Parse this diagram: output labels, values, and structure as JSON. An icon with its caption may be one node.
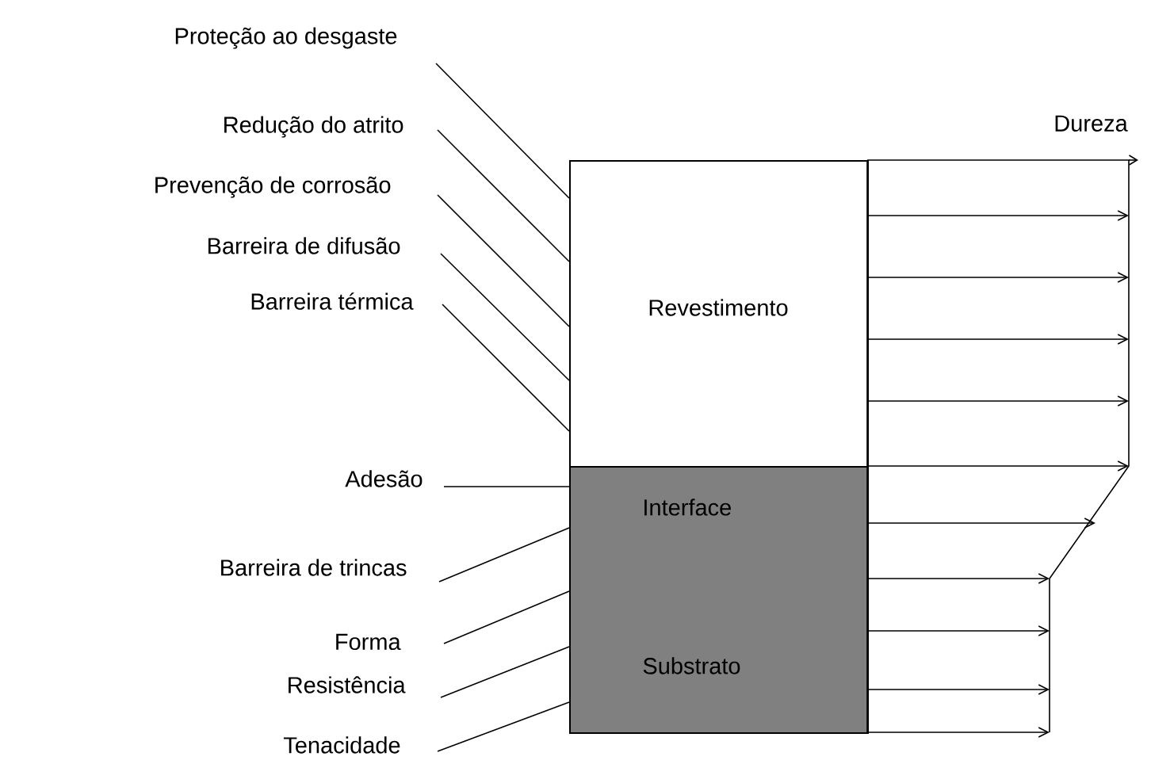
{
  "diagram": {
    "nodes": [
      {
        "text": [
          "Revestimento"
        ]
      },
      {
        "text": [
          "Interface",
          "Substrato"
        ]
      },
      {
        "text": [
          "Proteção ao desgaste"
        ]
      },
      {
        "text": [
          "Redução do atrito"
        ]
      },
      {
        "text": [
          "Prevenção de corrosão"
        ]
      },
      {
        "text": [
          "Barreira de difusão"
        ]
      },
      {
        "text": [
          "Barreira térmica"
        ]
      },
      {
        "text": [
          "Adesão"
        ]
      },
      {
        "text": [
          "Barreira de trincas"
        ]
      },
      {
        "text": [
          "Forma"
        ]
      },
      {
        "text": [
          "Resistência"
        ]
      },
      {
        "text": [
          "Tenacidade"
        ]
      }
    ],
    "edges": [
      {
        "from": 2,
        "to": 0,
        "arrow": "none"
      },
      {
        "from": 3,
        "to": 0,
        "arrow": "none"
      },
      {
        "from": 4,
        "to": 0,
        "arrow": "none"
      },
      {
        "from": 5,
        "to": 0,
        "arrow": "none"
      },
      {
        "from": 6,
        "to": 0,
        "arrow": "none"
      },
      {
        "from": 7,
        "to": 1,
        "arrow": "none"
      },
      {
        "from": 8,
        "to": 1,
        "arrow": "none"
      },
      {
        "from": 9,
        "to": 1,
        "arrow": "none"
      },
      {
        "from": 10,
        "to": 1,
        "arrow": "none"
      },
      {
        "from": 11,
        "to": 1,
        "arrow": "none"
      }
    ],
    "labels": [
      "Dureza"
    ]
  }
}
